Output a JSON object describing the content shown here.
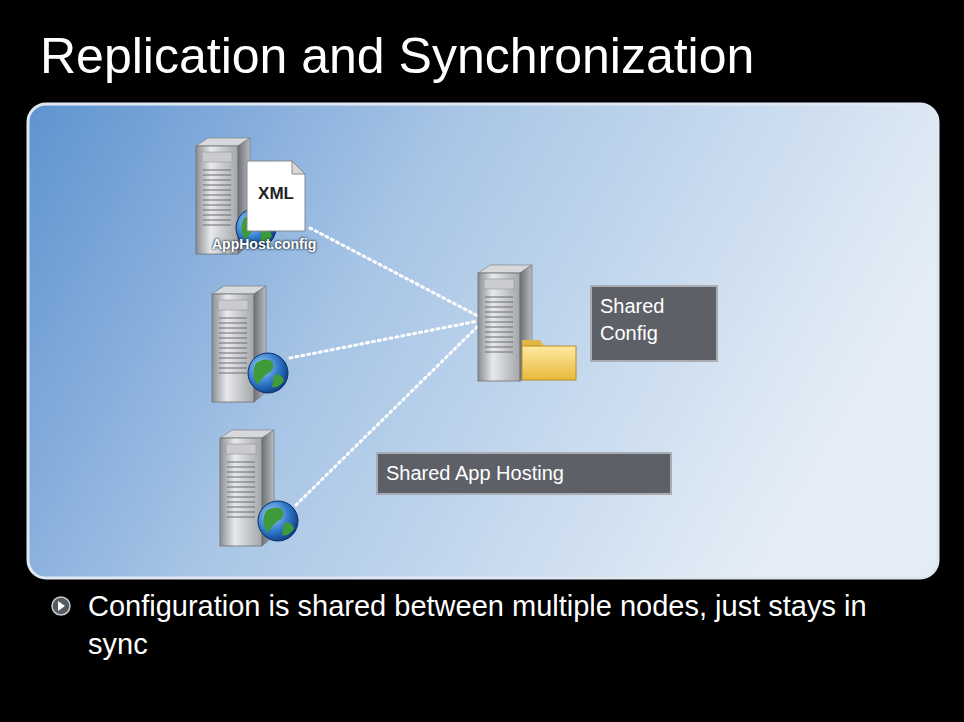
{
  "diagram": {
    "title": "Replication and Synchronization",
    "nodes": [
      {
        "text": [
          "XML",
          "AppHost.config"
        ]
      },
      {
        "text": [
          "Shared Config"
        ]
      },
      {
        "text": [
          "Shared App Hosting"
        ]
      }
    ],
    "labels": [
      "Configuration is shared between multiple nodes, just stays in sync"
    ]
  }
}
